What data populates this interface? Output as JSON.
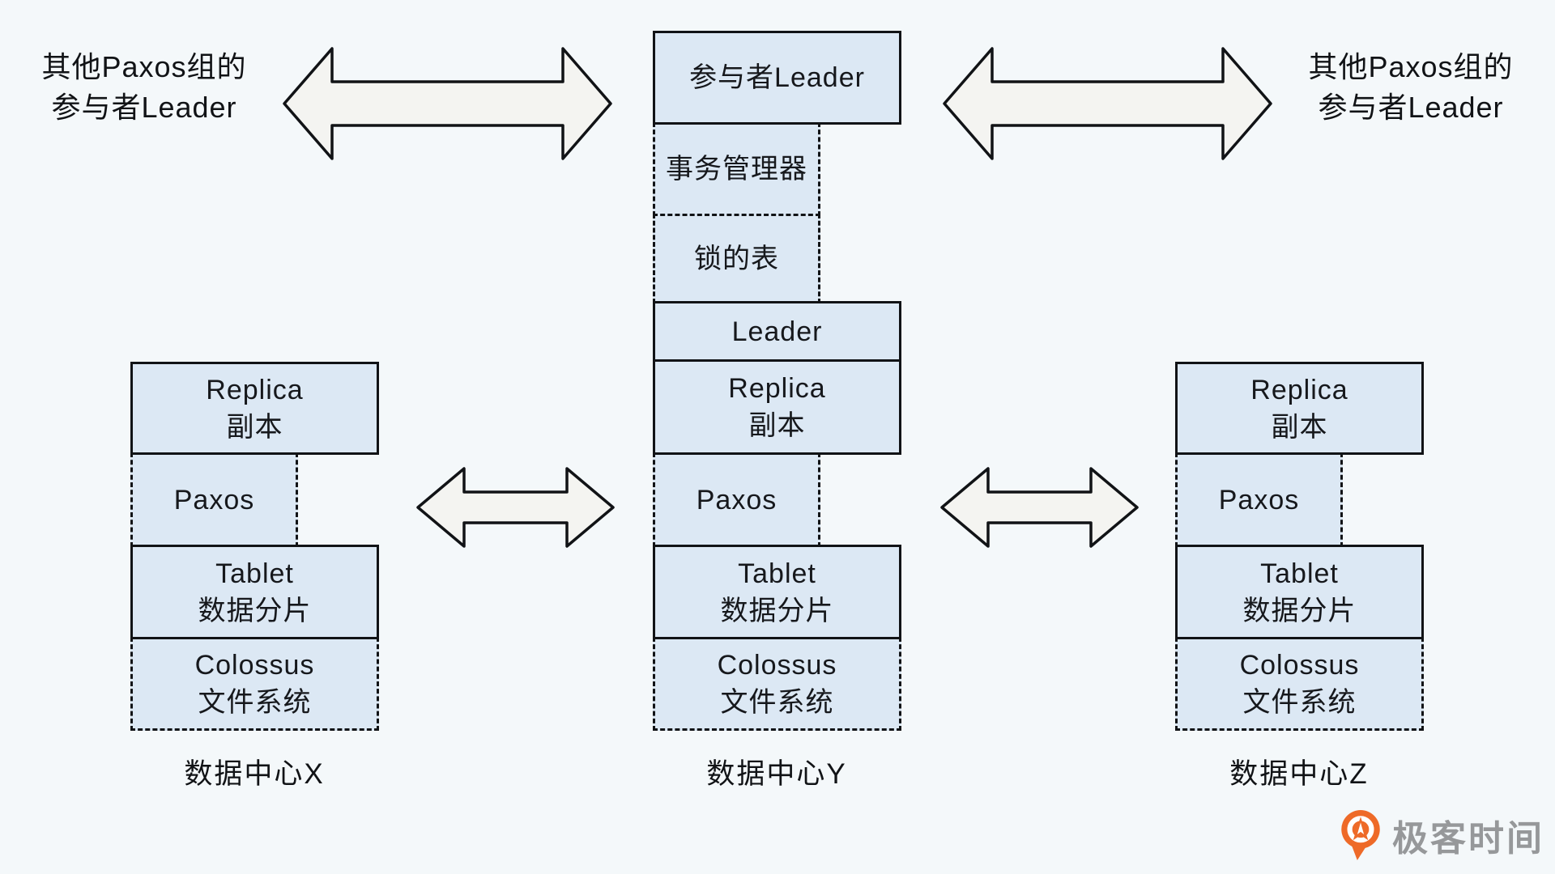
{
  "colors": {
    "background": "#f4f8fa",
    "box_fill": "#dce8f4",
    "box_border": "#111316",
    "arrow_fill": "#f4f4f1",
    "logo_orange": "#ee6a28",
    "logo_gray": "#96989a"
  },
  "corner_labels": {
    "left": {
      "line1": "其他Paxos组的",
      "line2": "参与者Leader"
    },
    "right": {
      "line1": "其他Paxos组的",
      "line2": "参与者Leader"
    }
  },
  "arrows": [
    {
      "name": "double-arrow-top-left"
    },
    {
      "name": "double-arrow-top-right"
    },
    {
      "name": "double-arrow-mid-left"
    },
    {
      "name": "double-arrow-mid-right"
    }
  ],
  "datacenters": {
    "x": {
      "label": "数据中心X",
      "boxes": {
        "replica": {
          "line1": "Replica",
          "line2": "副本"
        },
        "paxos": {
          "line1": "Paxos"
        },
        "tablet": {
          "line1": "Tablet",
          "line2": "数据分片"
        },
        "colossus": {
          "line1": "Colossus",
          "line2": "文件系统"
        }
      }
    },
    "y": {
      "label": "数据中心Y",
      "boxes": {
        "participant_leader": {
          "line1": "参与者Leader"
        },
        "transaction_manager": {
          "line1": "事务管理器"
        },
        "lock_table": {
          "line1": "锁的表"
        },
        "leader": {
          "line1": "Leader"
        },
        "replica": {
          "line1": "Replica",
          "line2": "副本"
        },
        "paxos": {
          "line1": "Paxos"
        },
        "tablet": {
          "line1": "Tablet",
          "line2": "数据分片"
        },
        "colossus": {
          "line1": "Colossus",
          "line2": "文件系统"
        }
      }
    },
    "z": {
      "label": "数据中心Z",
      "boxes": {
        "replica": {
          "line1": "Replica",
          "line2": "副本"
        },
        "paxos": {
          "line1": "Paxos"
        },
        "tablet": {
          "line1": "Tablet",
          "line2": "数据分片"
        },
        "colossus": {
          "line1": "Colossus",
          "line2": "文件系统"
        }
      }
    }
  },
  "logo": {
    "text": "极客时间"
  }
}
